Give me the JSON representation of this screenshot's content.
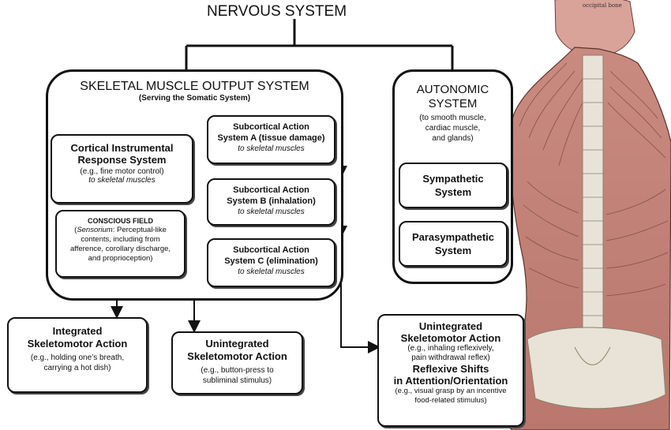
{
  "title": "NERVOUS SYSTEM",
  "skeletal": {
    "title": "SKELETAL MUSCLE OUTPUT SYSTEM",
    "subtitle": "(Serving the Somatic System)"
  },
  "cortical": {
    "title_line1": "Cortical Instrumental",
    "title_line2": "Response System",
    "example": "(e.g., fine motor control)",
    "target": "to skeletal muscles"
  },
  "conscious": {
    "title": "CONSCIOUS FIELD",
    "line1_italic": "Sensorium",
    "line1_rest": ": Perceptual-like",
    "line2": "contents, including from",
    "line3": "afference, corollary discharge,",
    "line4": "and proprioception)"
  },
  "sub_a": {
    "line1": "Subcortical Action",
    "line2": "System A (tissue damage)",
    "target": "to skeletal muscles"
  },
  "sub_b": {
    "line1": "Subcortical Action",
    "line2": "System B (inhalation)",
    "target": "to skeletal muscles"
  },
  "sub_c": {
    "line1": "Subcortical Action",
    "line2": "System C (elimination)",
    "target": "to skeletal muscles"
  },
  "autonomic": {
    "title_line1": "AUTONOMIC",
    "title_line2": "SYSTEM",
    "desc_line1": "(to smooth muscle,",
    "desc_line2": "cardiac muscle,",
    "desc_line3": "and glands)",
    "sympathetic_line1": "Sympathetic",
    "sympathetic_line2": "System",
    "parasympathetic_line1": "Parasympathetic",
    "parasympathetic_line2": "System"
  },
  "integrated": {
    "title_line1": "Integrated",
    "title_line2": "Skeletomotor Action",
    "example_line1": "(e.g., holding one’s breath,",
    "example_line2": "carrying a hot dish)"
  },
  "unintegrated_mid": {
    "title_line1": "Unintegrated",
    "title_line2": "Skeletomotor Action",
    "example_line1": "(e.g., button-press to",
    "example_line2": "subliminal stimulus)"
  },
  "unintegrated_right": {
    "title_line1": "Unintegrated",
    "title_line2": "Skeletomotor Action",
    "example_line1": "(e.g., inhaling reflexively,",
    "example_line2": "pain withdrawal reflex)",
    "title2_line1": "Reflexive Shifts",
    "title2_line2": "in Attention/Orientation",
    "example2_line1": "(e.g., visual grasp by an incentive",
    "example2_line2": "food-related stimulus)"
  },
  "illustration": {
    "label": "occipital bone",
    "muscle_color": "#c98a80",
    "bone_color": "#e8e3d6"
  }
}
